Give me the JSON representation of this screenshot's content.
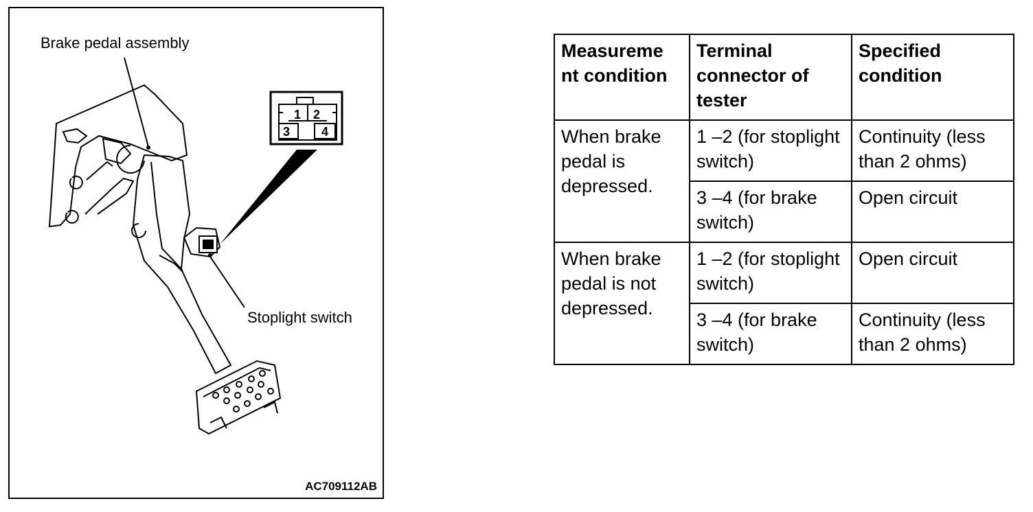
{
  "figure": {
    "labels": {
      "assembly": "Brake pedal assembly",
      "switch": "Stoplight switch"
    },
    "connector_pins": [
      "1",
      "2",
      "3",
      "4"
    ],
    "code": "AC709112AB"
  },
  "table": {
    "headers": [
      "Measureme nt condition",
      "Terminal connector of tester",
      "Specified condition"
    ],
    "groups": [
      {
        "condition": "When brake pedal is depressed.",
        "rows": [
          {
            "terminal": "1 –2 (for stoplight switch)",
            "spec": "Continuity (less than 2 ohms)"
          },
          {
            "terminal": "3 –4 (for brake switch)",
            "spec": "Open circuit"
          }
        ]
      },
      {
        "condition": "When brake pedal is not depressed.",
        "rows": [
          {
            "terminal": "1 –2 (for stoplight switch)",
            "spec": "Open circuit"
          },
          {
            "terminal": "3 –4 (for brake switch)",
            "spec": "Continuity (less than 2 ohms)"
          }
        ]
      }
    ]
  }
}
